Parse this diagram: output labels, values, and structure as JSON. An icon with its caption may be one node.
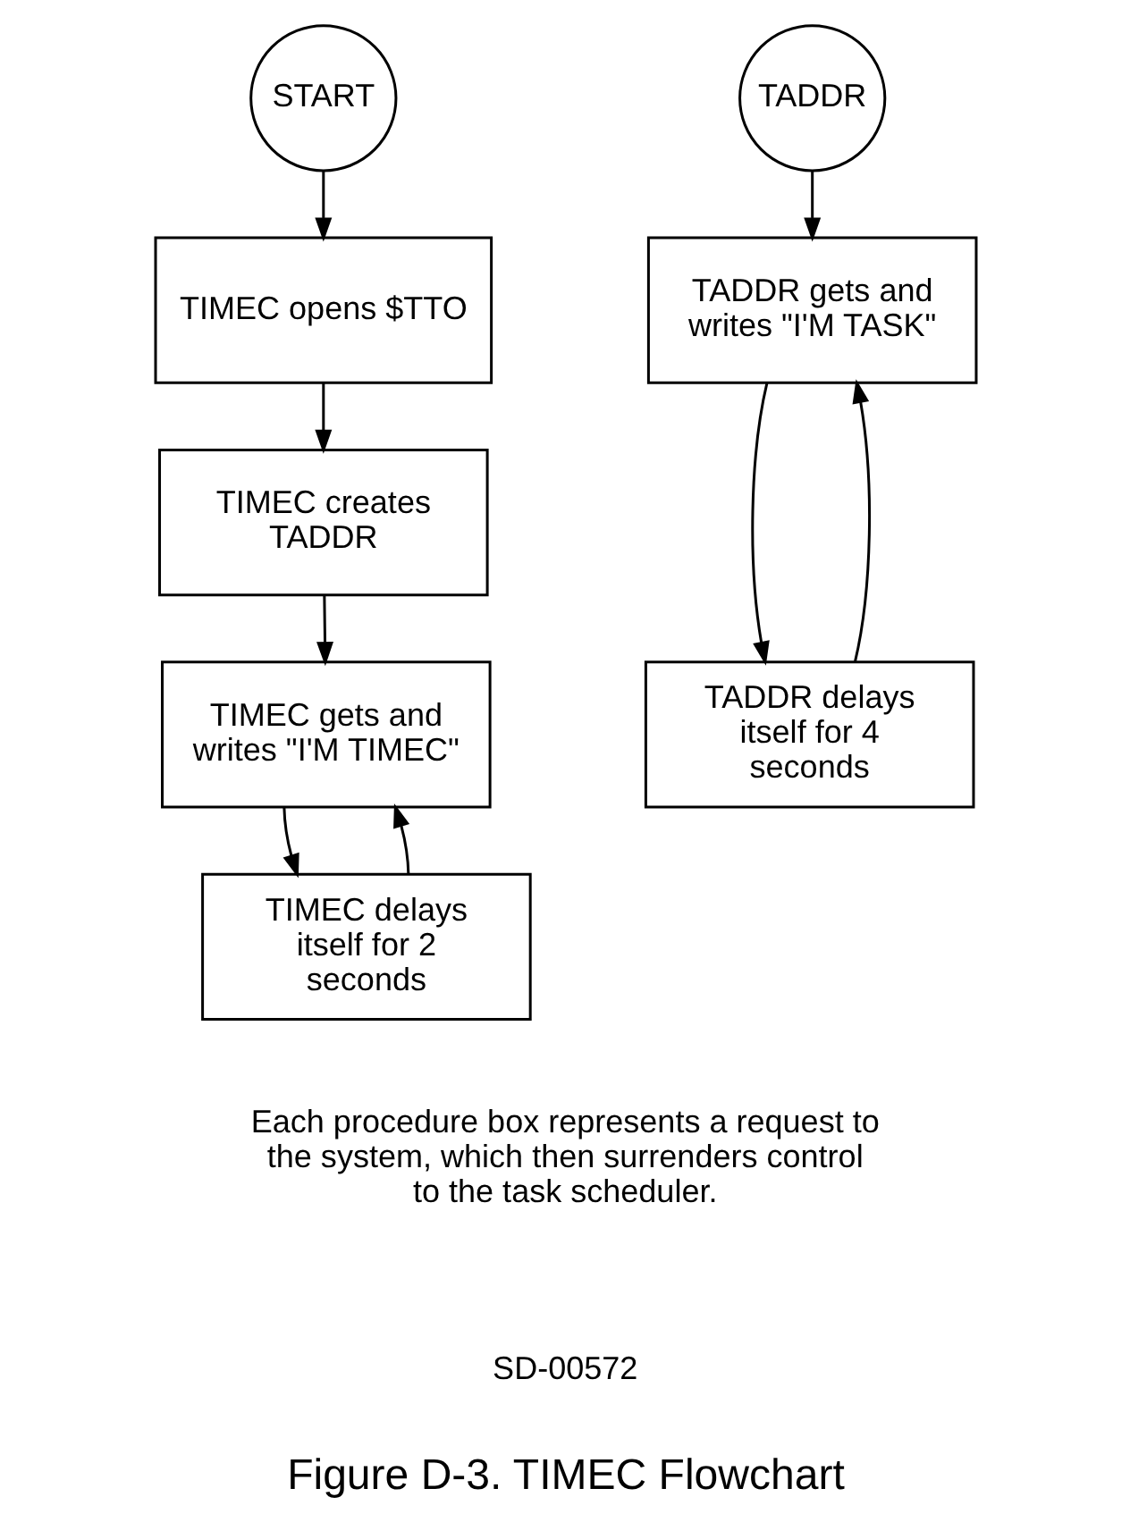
{
  "diagram": {
    "caption": "Figure D-3. TIMEC Flowchart",
    "nodes": [
      {
        "text": [
          "START"
        ]
      },
      {
        "text": [
          "TIMEC opens $TTO"
        ]
      },
      {
        "text": [
          "TIMEC creates TADDR"
        ]
      },
      {
        "text": [
          "TIMEC gets and writes \"I'M TIMEC\""
        ]
      },
      {
        "text": [
          "TIMEC delays itself for 2 seconds"
        ]
      },
      {
        "text": [
          "TADDR"
        ]
      },
      {
        "text": [
          "TADDR gets and writes \"I'M TASK\""
        ]
      },
      {
        "text": [
          "TADDR delays itself for 4 seconds"
        ]
      }
    ],
    "edges": [
      {
        "from": 0,
        "to": 1,
        "arrow": "to"
      },
      {
        "from": 1,
        "to": 2,
        "arrow": "to"
      },
      {
        "from": 2,
        "to": 3,
        "arrow": "to"
      },
      {
        "from": 3,
        "to": 4,
        "arrow": "to"
      },
      {
        "from": 4,
        "to": 3,
        "arrow": "to"
      },
      {
        "from": 5,
        "to": 6,
        "arrow": "to"
      },
      {
        "from": 6,
        "to": 7,
        "arrow": "to"
      },
      {
        "from": 7,
        "to": 6,
        "arrow": "to"
      }
    ],
    "labels": [
      "Each procedure box represents a request to the system, which then surrenders control to the task scheduler.",
      "SD-00572"
    ]
  }
}
